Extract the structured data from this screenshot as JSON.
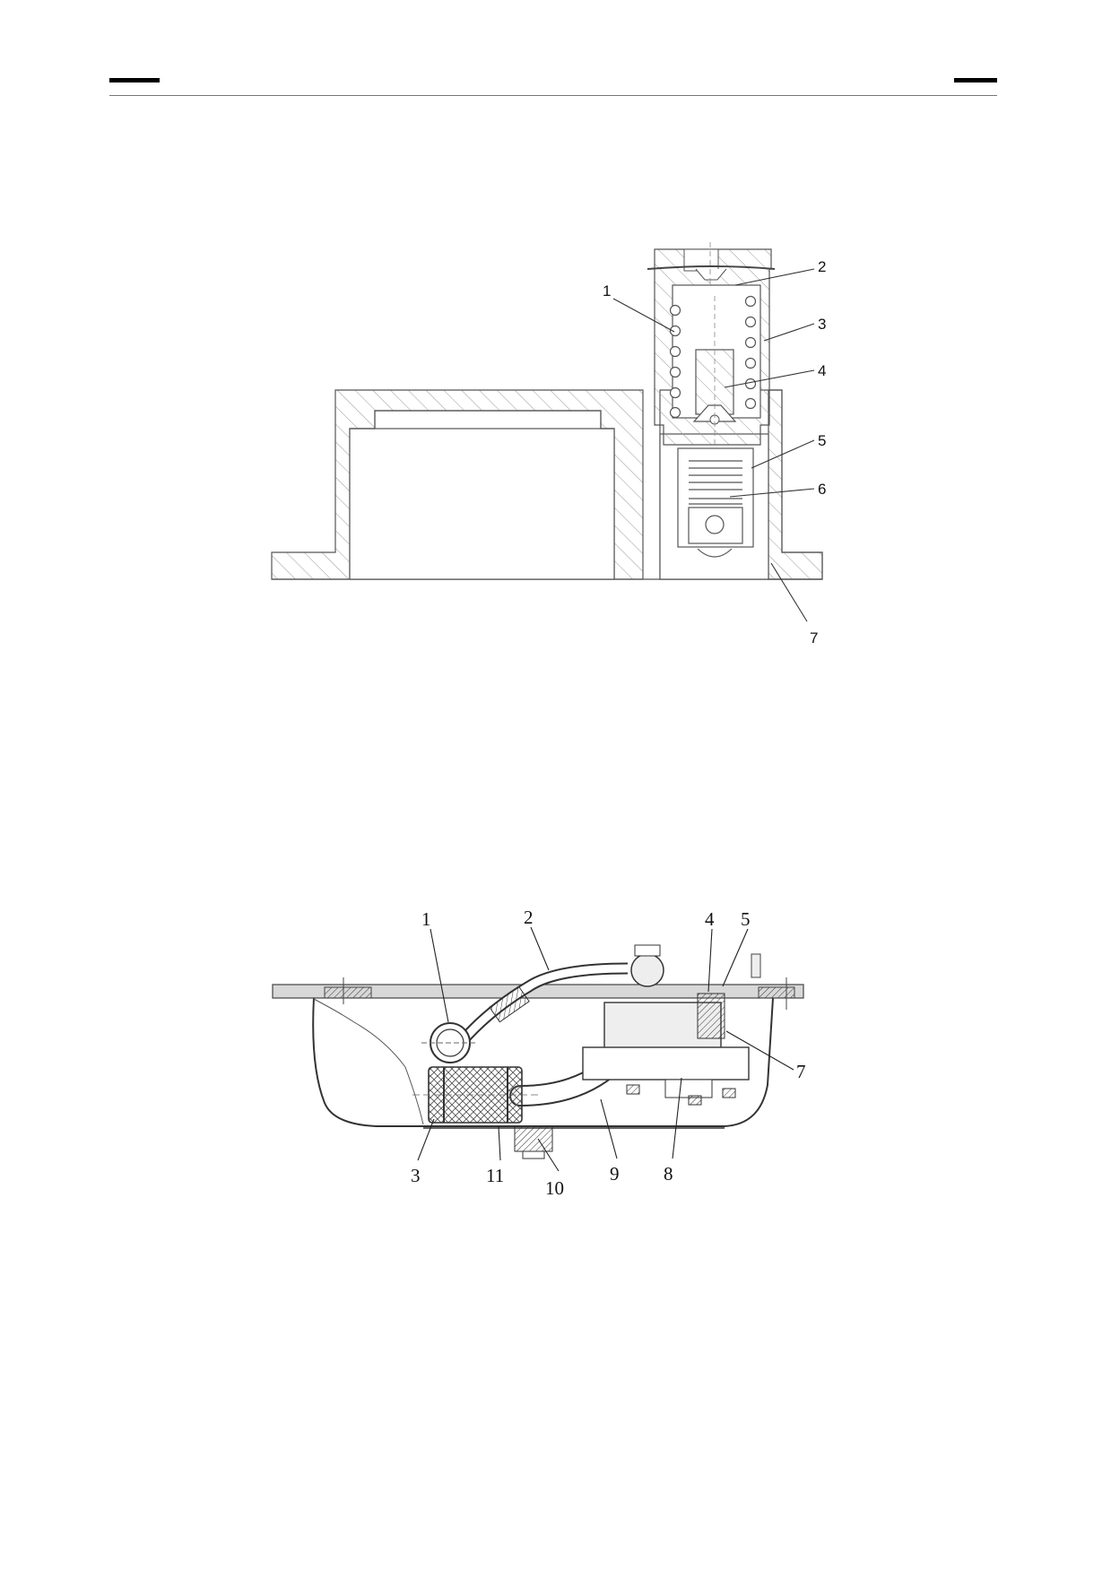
{
  "figure1": {
    "callouts": [
      "1",
      "2",
      "3",
      "4",
      "5",
      "6",
      "7"
    ]
  },
  "figure2": {
    "callouts": [
      "1",
      "2",
      "3",
      "4",
      "5",
      "7",
      "8",
      "9",
      "10",
      "11"
    ]
  }
}
